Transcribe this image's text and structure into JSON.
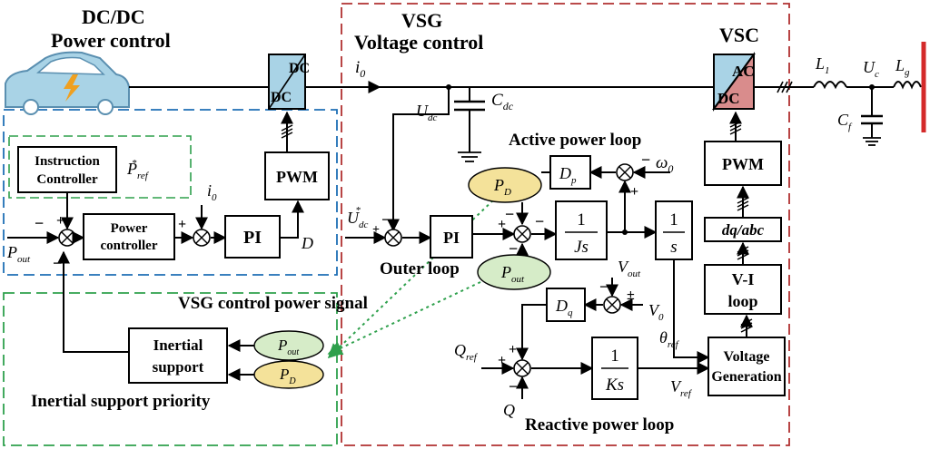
{
  "sections": {
    "dcdc_title_1": "DC/DC",
    "dcdc_title_2": "Power control",
    "vsg_title_1": "VSG",
    "vsg_title_2": "Voltage control",
    "vsc_title": "VSC"
  },
  "blocks": {
    "instruction_1": "Instruction",
    "instruction_2": "Controller",
    "power_ctrl_1": "Power",
    "power_ctrl_2": "controller",
    "pi": "PI",
    "pwm": "PWM",
    "dq_abc": "dq/abc",
    "vi_1": "V-I",
    "vi_2": "loop",
    "volt_gen_1": "Voltage",
    "volt_gen_2": "Generation",
    "inertial_1": "Inertial",
    "inertial_2": "support",
    "dc": "DC",
    "ac": "AC",
    "one": "1",
    "js": "Js",
    "s": "s",
    "ks": "Ks"
  },
  "labels": {
    "active_loop": "Active power loop",
    "reactive_loop": "Reactive power loop",
    "outer_loop": "Outer loop",
    "vsg_signal": "VSG control power signal",
    "inertial_priority": "Inertial support priority"
  },
  "symbols": {
    "i0": "i",
    "i0_sub": "0",
    "Udc": "U",
    "Udc_sub": "dc",
    "Cdc": "C",
    "Cdc_sub": "dc",
    "Cf": "C",
    "Cf_sub": "f",
    "L1": "L",
    "L1_sub": "1",
    "Lg": "L",
    "Lg_sub": "g",
    "Uc": "U",
    "Uc_sub": "c",
    "P": "P",
    "ref": "ref",
    "out": "out",
    "D_sub": "D",
    "Dp": "D",
    "Dp_sub": "p",
    "Dq": "D",
    "Dq_sub": "q",
    "omega": "ω",
    "omega_sub": "0",
    "Vout": "V",
    "Vout_sub": "out",
    "V0": "V",
    "V0_sub": "0",
    "Q": "Q",
    "Qref_sub": "ref",
    "theta": "θ",
    "theta_sub": "ref",
    "Vref": "V",
    "Vref_sub": "ref",
    "D": "D",
    "star": "*",
    "plus": "+",
    "minus": "−",
    "pm": "±"
  },
  "colors": {
    "dcdc_border": "#1e6fb5",
    "green_border": "#2ea04c",
    "vsg_border": "#b03030",
    "dc_block": "#a9d3e6",
    "ac_block": "#d98c8c",
    "green_ellipse": "#d6ecc8",
    "yellow_ellipse": "#f4e29a",
    "grid_line": "#d42a2a",
    "arrow_green": "#2ea04c",
    "car": "#a9d3e6",
    "bolt": "#f0a020"
  }
}
